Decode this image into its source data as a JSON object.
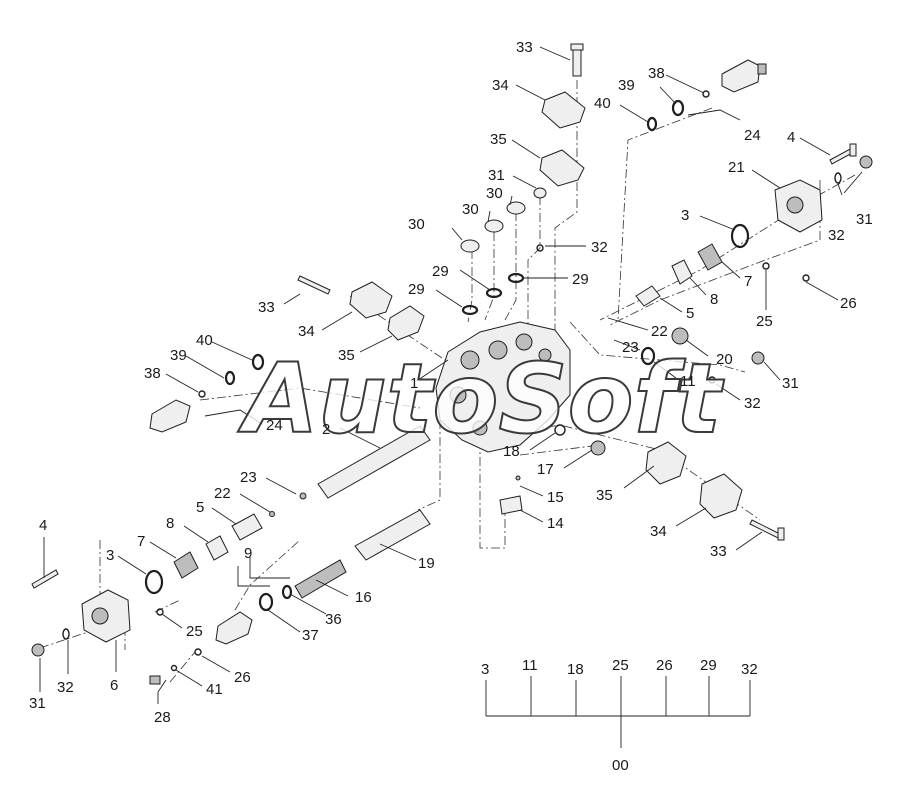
{
  "watermark": "AutoSoft",
  "labels": {
    "n33a": "33",
    "n34a": "34",
    "n38a": "38",
    "n39a": "39",
    "n40a": "40",
    "n24a": "24",
    "n4a": "4",
    "n21": "21",
    "n35a": "35",
    "n31a": "31",
    "n30a": "30",
    "n30b": "30",
    "n30c": "30",
    "n32a": "32",
    "n31b": "31",
    "n3a": "3",
    "n29a": "29",
    "n29b": "29",
    "n29c": "29",
    "n7a": "7",
    "n8a": "8",
    "n25a": "25",
    "n26a": "26",
    "n5a": "5",
    "n33b": "33",
    "n34b": "34",
    "n35b": "35",
    "n22a": "22",
    "n23a": "23",
    "n20": "20",
    "n11": "11",
    "n31c": "31",
    "n32b": "32",
    "n1": "1",
    "n40b": "40",
    "n39b": "39",
    "n38b": "38",
    "n24b": "24",
    "n2": "2",
    "n18": "18",
    "n17": "17",
    "n15": "15",
    "n14": "14",
    "n35c": "35",
    "n34c": "34",
    "n33c": "33",
    "n23b": "23",
    "n22b": "22",
    "n5b": "5",
    "n8b": "8",
    "n7b": "7",
    "n4b": "4",
    "n3b": "3",
    "n9": "9",
    "n19": "19",
    "n16": "16",
    "n36": "36",
    "n37": "37",
    "n25b": "25",
    "n6": "6",
    "n31d": "31",
    "n32c": "32",
    "n26b": "26",
    "n41": "41",
    "n28": "28"
  },
  "kit_index": {
    "items": [
      "3",
      "11",
      "18",
      "25",
      "26",
      "29",
      "32"
    ],
    "kit": "00"
  }
}
